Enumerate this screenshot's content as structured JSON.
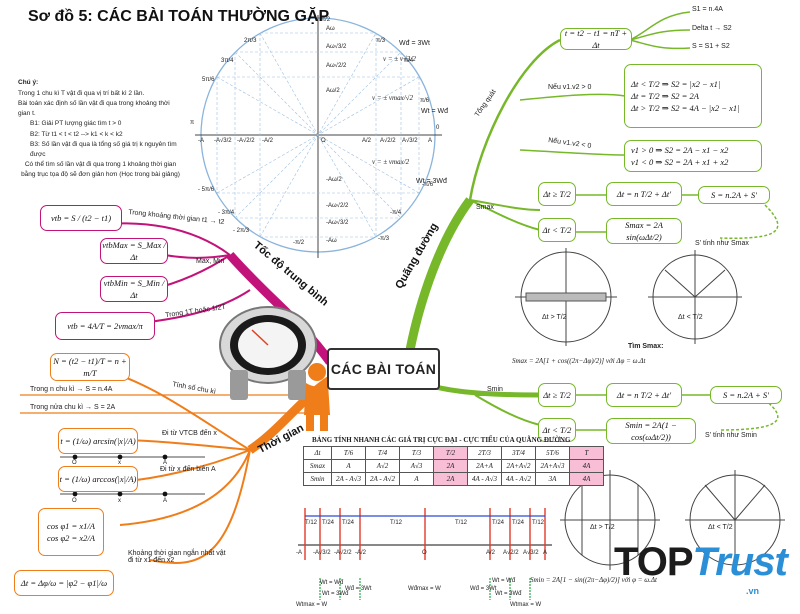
{
  "title": "Sơ đồ 5: CÁC BÀI TOÁN THƯỜNG GẶP",
  "center": "CÁC BÀI TOÁN",
  "note": {
    "heading": "Chú ý:",
    "lines": [
      "Trong 1 chu kì T vật đi qua vị trí bất kì 2 lần.",
      "Bài toán xác định số lần vật đi qua trong khoảng thời gian t.",
      "B1: Giải PT lượng giác tìm t > 0",
      "B2: Từ t1 < t < t2 --> k1 < k < k2",
      "B3: Số lần vật đi qua là tổng số giá trị k nguyên tìm được",
      "Có thể tìm số lần vật đi qua trong 1 khoảng thời gian bằng trục tọa độ sẽ đơn giản hơn (Học trong bài giảng)"
    ]
  },
  "circle": {
    "angles": [
      "π/2",
      "2π/3",
      "π/3",
      "3π/4",
      "π/4",
      "5π/6",
      "π/6",
      "π",
      "0",
      "- 5π/6",
      "-π/6",
      "- 3π/4",
      "-π/4",
      "- 2π/3",
      "-π/3",
      "-π/2"
    ],
    "axis": [
      "-A",
      "-A√3/2",
      "-A√2/2",
      "-A/2",
      "O",
      "A/2",
      "A√2/2",
      "A√3/2",
      "A"
    ],
    "vaxis": [
      "Aω",
      "Aω√3/2",
      "Aω√2/2",
      "Aω/2",
      "-Aω/2",
      "-Aω√2/2",
      "-Aω√3/2",
      "-Aω"
    ],
    "labels": [
      "Wđ = 3Wt",
      "Wt = Wđ",
      "Wt = 3Wđ"
    ],
    "v1": "v = ± v√3/2",
    "v2": "v = ± vmax/√2",
    "v3": "v = ± vmax/2"
  },
  "speed": {
    "branch": "Tốc độ trung bình",
    "box1": "vtb = S / (t2 − t1)",
    "lbl1": "Trong khoảng thời gian t1 → t2",
    "box2": "vtbMax = S_Max / Δt",
    "box3": "vtbMin = S_Min / Δt",
    "lbl2": "Max, Min",
    "box4": "vtb = 4A/T = 2vmax/π",
    "lbl3": "Trong 1T hoặc 1/2T"
  },
  "time": {
    "branch": "Thời gian",
    "box1": "N = (t2 − t1)/T = n + m/T",
    "lbl_tinh": "Tính số chu kì",
    "lbl_n": "Trong n chu kì → S = n.4A",
    "lbl_half": "Trong nửa chu kì → S = 2A",
    "box2": "t = (1/ω) arcsin(|x|/A)",
    "lbl_vtcb": "Đi từ VTCB đến x",
    "box3": "t = (1/ω) arccos(|x|/A)",
    "lbl_bien": "Đi từ x đến biên A",
    "axis_pts": [
      "O",
      "x",
      "A"
    ],
    "box4a": "cos φ1 = x1/A",
    "box4b": "cos φ2 = x2/A",
    "lbl_short": "Khoảng thời gian ngắn nhất vật đi từ x1 đến x2",
    "box5": "Δt = Δφ/ω = |φ2 − φ1|/ω"
  },
  "distance": {
    "branch": "Quãng đường",
    "general": "Tổng quát",
    "box1": "t = t2 − t1 = nT + Δt",
    "s1": "S1 = n.4A",
    "delta": "Delta t → S2",
    "ssum": "S = S1 + S2",
    "lbl_v0": "Nếu v1.v2 > 0",
    "box2": [
      "Δt < T/2 ⇒ S2 = |x2 − x1|",
      "Δt = T/2 ⇒ S2 = 2A",
      "Δt > T/2 ⇒ S2 = 4A − |x2 − x1|"
    ],
    "lbl_v1": "Nếu v1.v2 < 0",
    "box3": [
      "v1 > 0 ⇒ S2 = 2A − x1 − x2",
      "v1 < 0 ⇒ S2 = 2A + x1 + x2"
    ],
    "smax": "Smax",
    "box_smax1": "Δt ≥ T/2",
    "box_smax2": "Δt = n T/2 + Δt'",
    "box_smax3": "S = n.2A + S'",
    "lbl_smax": "S' tính như Smax",
    "box_smax4": "Δt < T/2",
    "box_smax5": "Smax = 2A sin(ωΔt/2)",
    "tim": "Tìm Smax:",
    "formula_smax": "Smax = 2A[1 + cos((2π−Δφ)/2)] với Δφ = ω.Δt",
    "smin": "Smin",
    "box_smin1": "Δt ≥ T/2",
    "box_smin2": "Δt = n T/2 + Δt'",
    "box_smin3": "S = n.2A + S'",
    "lbl_smin": "S' tính như Smin",
    "box_smin4": "Δt < T/2",
    "box_smin5": "Smin = 2A(1 − cos(ωΔt/2))",
    "formula_smin": "Smin = 2A[1 − sin((2π−Δφ)/2)] với φ = ω.Δt",
    "dt_gt": "Δt > T/2",
    "dt_lt": "Δt < T/2"
  },
  "table": {
    "title": "BẢNG TÍNH NHANH CÁC GIÁ TRỊ CỰC ĐẠI - CỰC TIỂU CỦA QUÃNG ĐƯỜNG",
    "header": [
      "Δt",
      "T/6",
      "T/4",
      "T/3",
      "T/2",
      "2T/3",
      "3T/4",
      "5T/6",
      "T"
    ],
    "row1": [
      "Smax",
      "A",
      "A√2",
      "A√3",
      "2A",
      "2A+A",
      "2A+A√2",
      "2A+A√3",
      "4A"
    ],
    "row2": [
      "Smin",
      "2A - A√3",
      "2A - A√2",
      "A",
      "2A",
      "4A - A√3",
      "4A - A√2",
      "3A",
      "4A"
    ]
  },
  "axis2": {
    "ticks": [
      "T/12",
      "T/24",
      "T/24",
      "T/12",
      "T/12",
      "T/24",
      "T/24",
      "T/12"
    ],
    "pts": [
      "-A",
      "-A√3/2",
      "-A√2/2",
      "-A/2",
      "O",
      "A/2",
      "A√2/2",
      "A√3/2",
      "A"
    ],
    "w": [
      "Wt = Wđ",
      "Wđ = 3Wt",
      "Wđmax = W",
      "Wđ = 3Wt",
      "Wt = Wđ",
      "Wt = 3Wđ",
      "Wt = 3Wđ",
      "Wtmax = W",
      "Wtmax = W"
    ]
  },
  "logo": {
    "top": "TOP",
    "trust": "Trust",
    "vn": ".vn"
  },
  "colors": {
    "magenta": "#c2137a",
    "orange": "#ef7d1a",
    "green": "#76b82a",
    "blue_grid": "#8ab4dc",
    "pink": "#f7bed6"
  }
}
